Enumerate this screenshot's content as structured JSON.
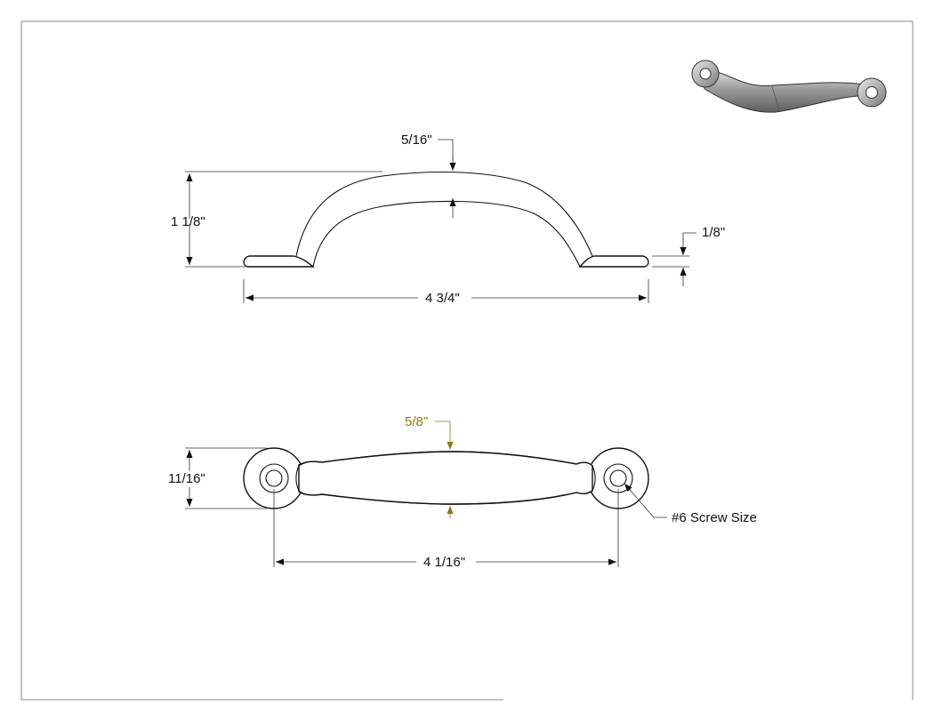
{
  "dimensions": {
    "side_thickness": "5/16\"",
    "side_height": "1 1/8\"",
    "foot_thickness": "1/8\"",
    "overall_length": "4 3/4\"",
    "top_width": "5/8\"",
    "base_width": "11/16\"",
    "center_to_center": "4 1/16\""
  },
  "callouts": {
    "screw": "#6 Screw Size"
  },
  "colors": {
    "line": "#111111",
    "accent_dimension": "#8a7a14",
    "frame": "#888888",
    "render_metal": "#9a9a9a"
  }
}
